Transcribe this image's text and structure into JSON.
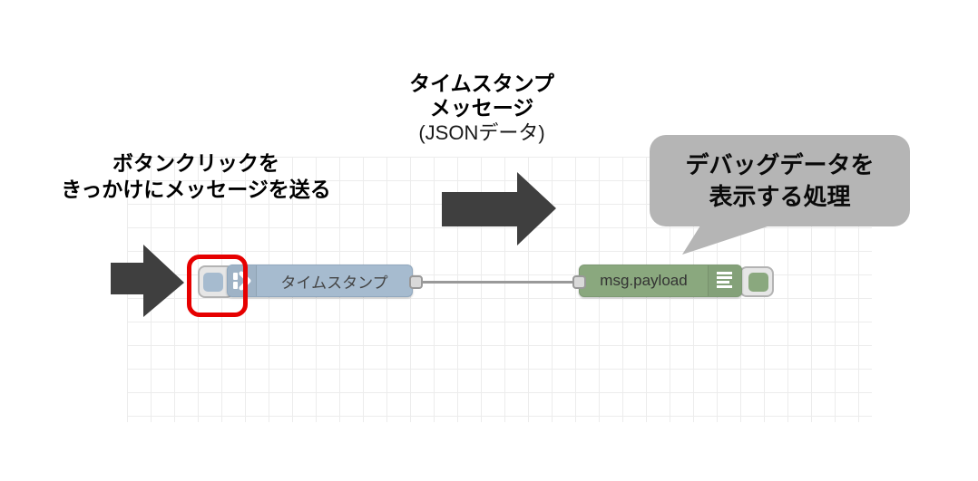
{
  "annotations": {
    "left_note": [
      "ボタンクリックを",
      "きっかけにメッセージを送る"
    ],
    "top_note": [
      "タイムスタンプ",
      "メッセージ",
      "(JSONデータ)"
    ],
    "bubble": [
      "デバッグデータを",
      "表示する処理"
    ]
  },
  "flow": {
    "inject_node": {
      "label": "タイムスタンプ",
      "type": "inject"
    },
    "debug_node": {
      "label": "msg.payload",
      "type": "debug"
    }
  },
  "icons": {
    "inject_icon": "inject-arrow-icon",
    "debug_icon": "message-list-icon"
  },
  "colors": {
    "inject_node_fill": "#a6bbcf",
    "debug_node_fill": "#8aa87e",
    "highlight_red": "#e60000",
    "annotation_arrow": "#3f3f3f",
    "bubble_gray": "#b5b5b5",
    "wire_gray": "#999999",
    "grid_line": "#ececec"
  }
}
